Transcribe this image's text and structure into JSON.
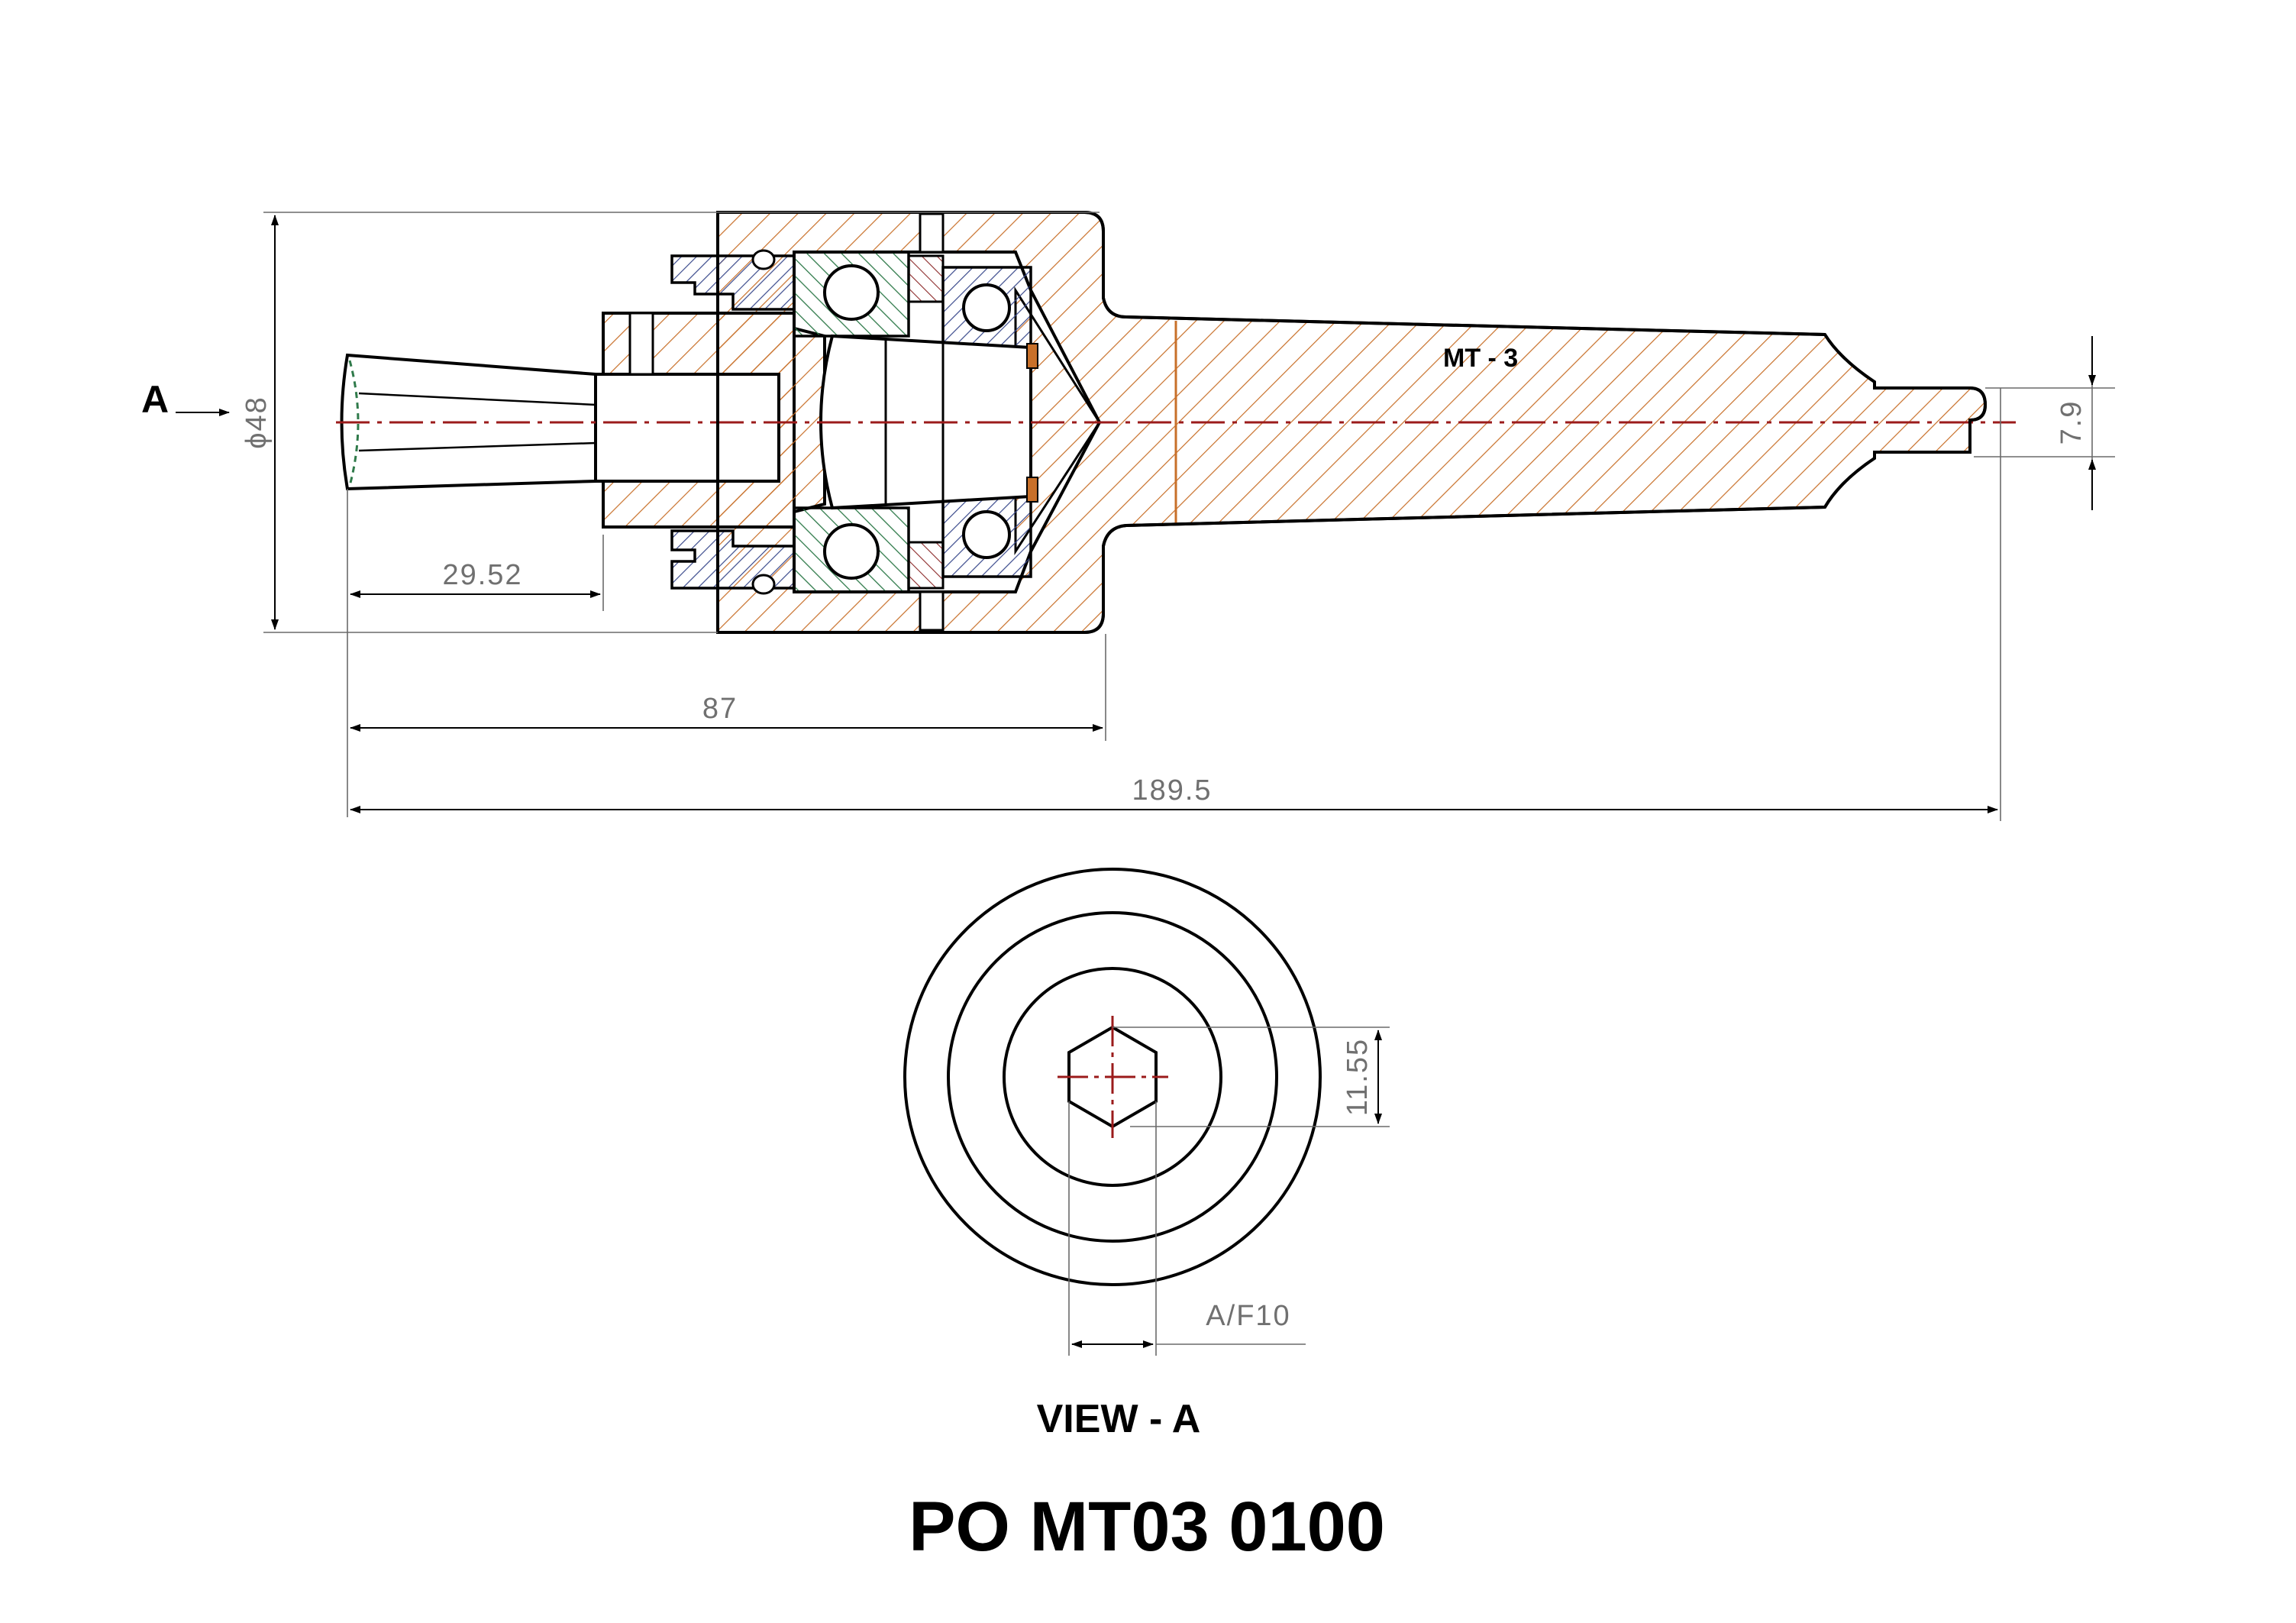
{
  "drawing": {
    "title": "PO MT03 0100",
    "view_label": "VIEW - A",
    "view_marker": "A",
    "taper_label": "MT - 3"
  },
  "dimensions": {
    "diameter": "ϕ48",
    "tip_length": "29.52",
    "body_length": "87",
    "overall_length": "189.5",
    "tang_width": "7.9",
    "hex_height": "11.55",
    "hex_across_flats": "A/F10"
  },
  "colors": {
    "body_hatch": "#c8702a",
    "ring_hatch_blue": "#3a4a8c",
    "bearing_hatch_green": "#2f7a4a",
    "centerline": "#9b1b1b",
    "outline": "#000000",
    "dimension": "#707070"
  }
}
